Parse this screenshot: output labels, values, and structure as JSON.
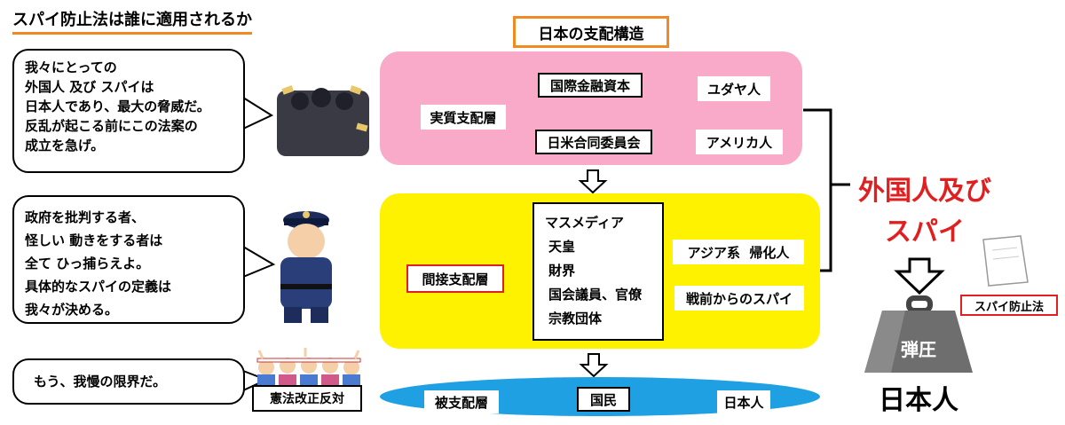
{
  "header": {
    "main_title": "スパイ防止法は誰に適用されるか",
    "structure_title": "日本の支配構造"
  },
  "bubbles": {
    "top": [
      "我々にとっての",
      "外国人 及び スパイは",
      "日本人であり、最大の脅威だ。",
      "反乱が起こる前にこの法案の",
      "成立を急げ。"
    ],
    "middle": [
      "政府を批判する者、",
      "怪しい 動きをする者は",
      "全て ひっ捕らえよ。",
      "具体的なスパイの定義は",
      "我々が決める。"
    ],
    "bottom": [
      "もう、我慢の限界だ。"
    ]
  },
  "layers": {
    "top": {
      "label": "実質支配層",
      "box1": "国際金融資本",
      "box2": "日米合同委員会",
      "right1": "ユダヤ人",
      "right2": "アメリカ人"
    },
    "middle": {
      "label": "間接支配層",
      "items": [
        "マスメディア",
        "天皇",
        "財界",
        "国会議員、官僚",
        "宗教団体"
      ],
      "right1": "アジア系  帰化人",
      "right2": "戦前からのスパイ"
    },
    "bottom": {
      "label": "被支配層",
      "center": "国民",
      "right": "日本人"
    }
  },
  "right_panel": {
    "target_line1": "外国人及び",
    "target_line2": "スパイ",
    "law_tag": "スパイ防止法",
    "weight_label": "弾圧",
    "victim": "日本人"
  },
  "protest_sign": "憲法改正反対",
  "colors": {
    "orange": "#f08a24",
    "pink_layer": "#f8aac8",
    "yellow_layer": "#fff200",
    "blue_layer": "#1fa0e3",
    "red_text": "#e02020"
  }
}
